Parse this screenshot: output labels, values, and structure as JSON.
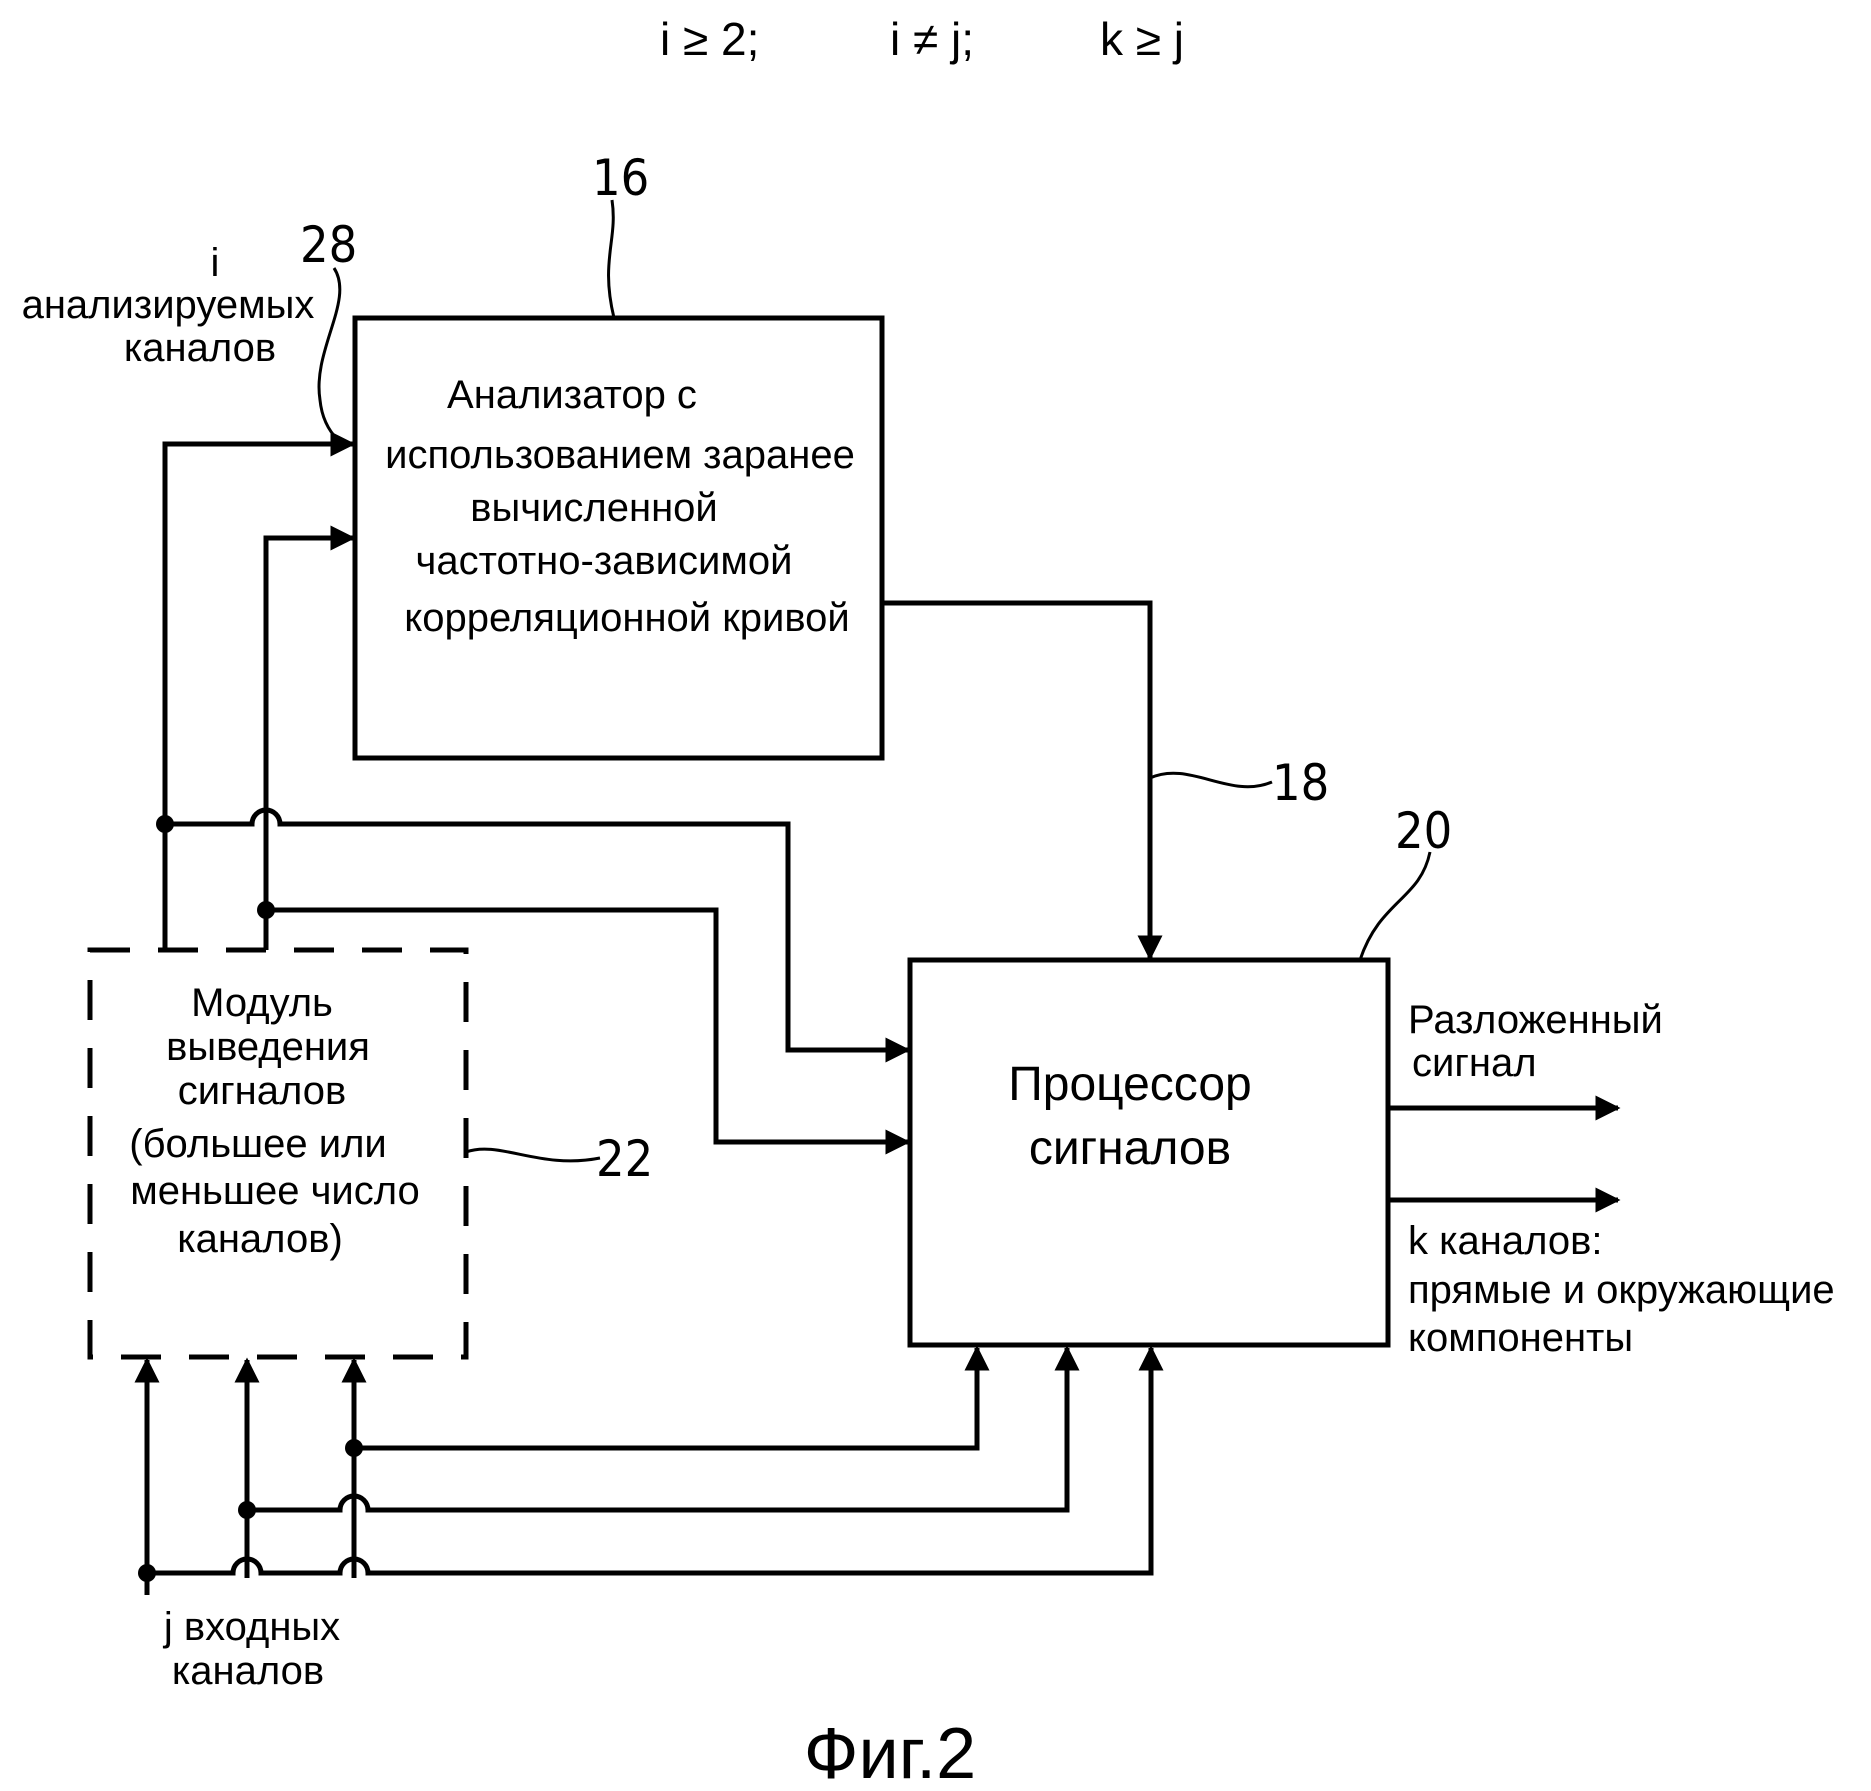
{
  "conditions": [
    "i ≥ 2;",
    "i ≠ j;",
    "k ≥ j"
  ],
  "analyzer": {
    "ref": "16",
    "lines": [
      "Анализатор с",
      "использованием заранее",
      "вычисленной",
      "частотно-зависимой",
      "корреляционной кривой"
    ]
  },
  "analyzed_channels": {
    "ref": "28",
    "lines": [
      "i",
      "анализируемых",
      "каналов"
    ]
  },
  "output_ref": "18",
  "processor": {
    "ref": "20",
    "lines": [
      "Процессор",
      "сигналов"
    ]
  },
  "module": {
    "ref": "22",
    "lines": [
      "Модуль",
      "выведения",
      "сигналов",
      "(большее или",
      "меньшее число",
      "каналов)"
    ]
  },
  "output_labels": {
    "decomposed": [
      "Разложенный",
      "сигнал"
    ],
    "k_channels": [
      "k каналов:",
      "прямые и окружающие",
      "компоненты"
    ]
  },
  "input_label": [
    "j входных",
    "каналов"
  ],
  "figure_caption": "Фиг.2"
}
